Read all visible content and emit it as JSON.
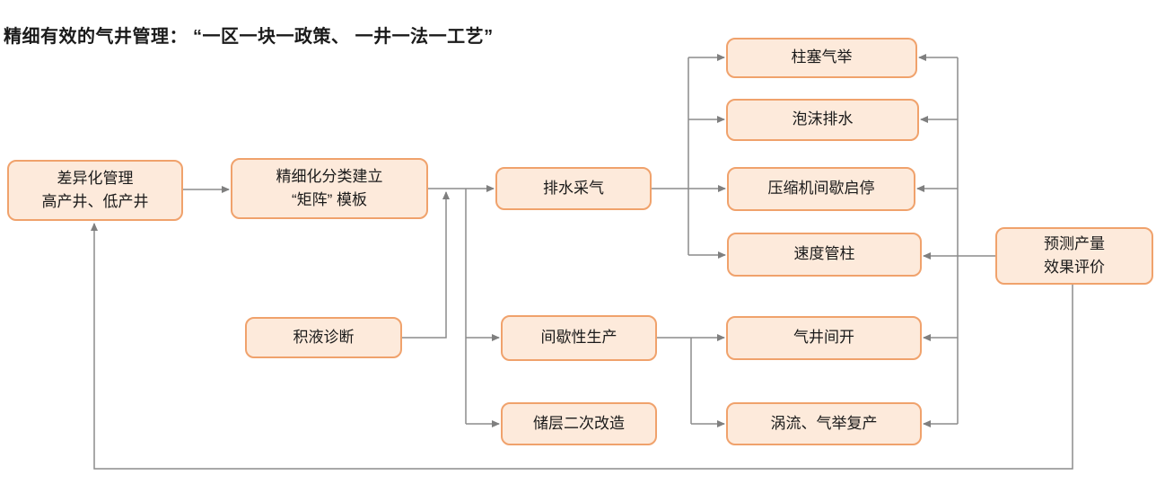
{
  "title": "精细有效的气井管理： “一区一块一政策、 一井一法一工艺”",
  "colors": {
    "box_fill": "#FDEADB",
    "box_border": "#F0A26C",
    "connector": "#8C8C8C",
    "text": "#1A1A1A"
  },
  "nodes": {
    "differentiated_management": {
      "label": "差异化管理\n高产井、低产井"
    },
    "matrix_template": {
      "label": "精细化分类建立\n“矩阵” 模板"
    },
    "liquid_diagnosis": {
      "label": "积液诊断"
    },
    "drainage_gas_recovery": {
      "label": "排水采气"
    },
    "intermittent_production": {
      "label": "间歇性生产"
    },
    "reservoir_restimulation": {
      "label": "储层二次改造"
    },
    "plunger_gas_lift": {
      "label": "柱塞气举"
    },
    "foam_drainage": {
      "label": "泡沫排水"
    },
    "compressor_intermittent": {
      "label": "压缩机间歇启停"
    },
    "velocity_string": {
      "label": "速度管柱"
    },
    "well_intermittent_opening": {
      "label": "气井间开"
    },
    "vortex_gas_lift_resume": {
      "label": "涡流、气举复产"
    },
    "prediction_evaluation": {
      "label": "预测产量\n效果评价"
    }
  }
}
